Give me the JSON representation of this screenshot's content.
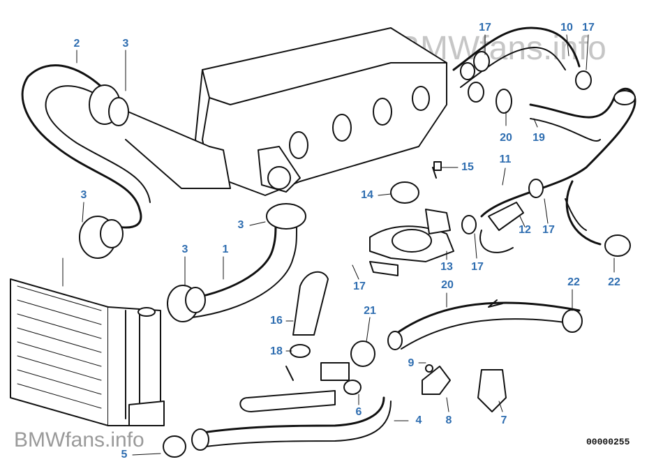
{
  "watermark_top": "BMWfans.info",
  "watermark_bottom": "BMWfans.info",
  "diagram_code": "00000255",
  "colors": {
    "label": "#2e6db0",
    "line": "#111111",
    "watermark": "#c6c6c6"
  },
  "labels": {
    "l2": "2",
    "l3a": "3",
    "l3b": "3",
    "l3c": "3",
    "l3d": "3",
    "l1": "1",
    "l17a": "17",
    "l10": "10",
    "l17b": "17",
    "l20a": "20",
    "l19": "19",
    "l15": "15",
    "l11": "11",
    "l14": "14",
    "l12": "12",
    "l17c": "17",
    "l13": "13",
    "l17d": "17",
    "l20b": "20",
    "l22a": "22",
    "l22b": "22",
    "l16": "16",
    "l21": "21",
    "l18": "18",
    "l9": "9",
    "l6": "6",
    "l4": "4",
    "l8": "8",
    "l7": "7",
    "l5": "5"
  }
}
